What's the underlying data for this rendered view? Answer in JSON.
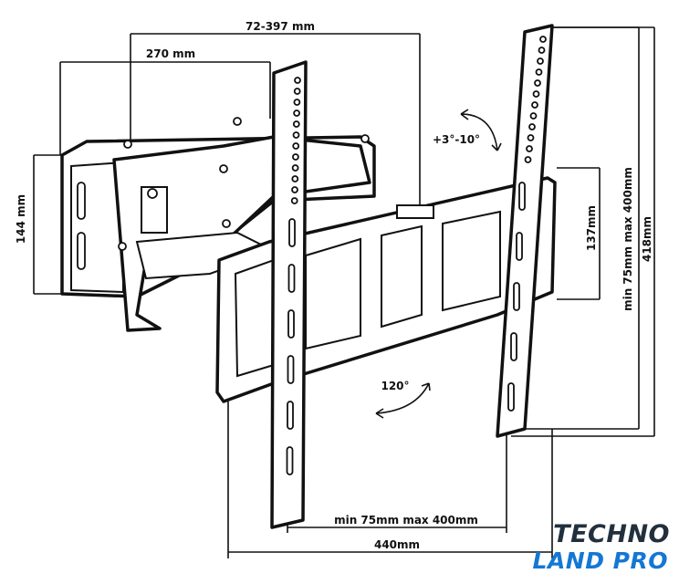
{
  "dimensions": {
    "arm_extension": "72-397 mm",
    "arm_length": "270 mm",
    "wall_plate_height": "144 mm",
    "tilt": "+3°-10°",
    "bracket_height": "137mm",
    "vesa_vertical": "min 75mm max 400mm",
    "total_height": "418mm",
    "swivel": "120°",
    "vesa_horizontal": "min 75mm max 400mm",
    "total_width": "440mm"
  },
  "logo": {
    "line1": "TECHNO",
    "line2": "LAND PRO",
    "colors": {
      "line1": "#22303e",
      "line2": "#1477d4"
    }
  }
}
